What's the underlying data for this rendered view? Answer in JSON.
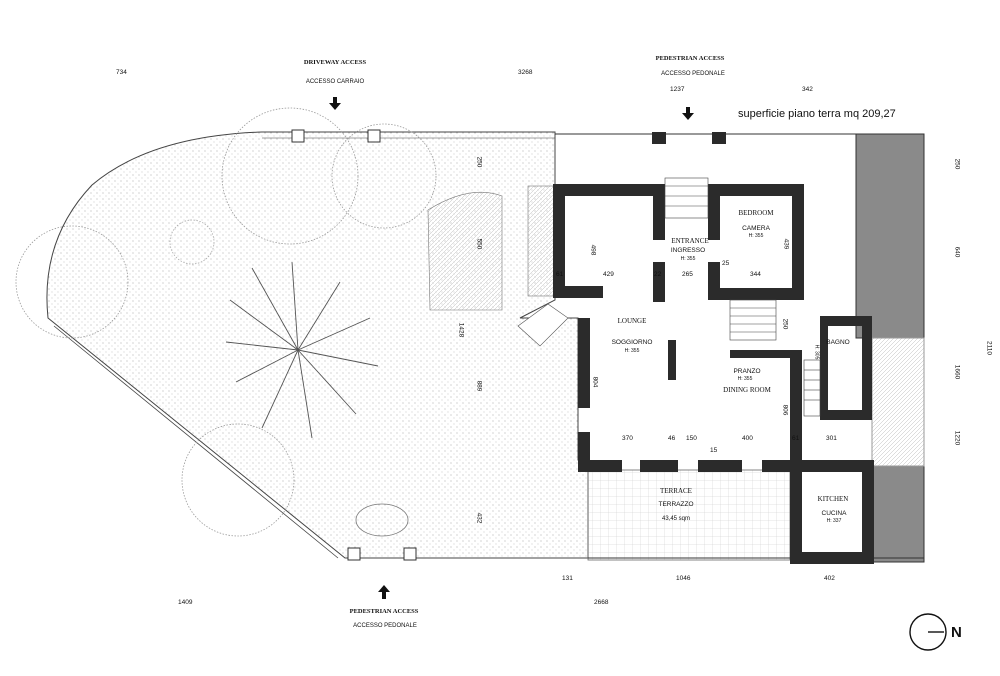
{
  "plan_title": "superficie piano terra  mq 209,27",
  "access": {
    "driveway": {
      "en": "DRIVEWAY ACCESS",
      "it": "ACCESSO CARRAIO"
    },
    "pedestrian_top": {
      "en": "PEDESTRIAN ACCESS",
      "it": "ACCESSO PEDONALE"
    },
    "pedestrian_bottom": {
      "en": "PEDESTRIAN ACCESS",
      "it": "ACCESSO PEDONALE"
    }
  },
  "rooms": {
    "entrance": {
      "en": "ENTRANCE",
      "it": "INGRESSO",
      "h": "H: 355"
    },
    "bedroom": {
      "en": "BEDROOM",
      "it": "CAMERA",
      "h": "H: 355"
    },
    "lounge": {
      "en": "LOUNGE",
      "it": "SOGGIORNO",
      "h": "H: 355"
    },
    "dining": {
      "en": "DINING ROOM",
      "it": "PRANZO",
      "h": "H: 355"
    },
    "bath": {
      "it": "BAGNO",
      "h": "H: 305"
    },
    "kitchen": {
      "en": "KITCHEN",
      "it": "CUCINA",
      "h": "H: 337"
    },
    "terrace": {
      "en": "TERRACE",
      "it": "TERRAZZO",
      "area": "43,45 sqm"
    }
  },
  "dimensions": {
    "top": [
      "734",
      "3268",
      "1237",
      "342"
    ],
    "right": [
      "250",
      "640",
      "2110",
      "1660",
      "1220"
    ],
    "mid_left": [
      "250",
      "550",
      "1428",
      "889",
      "432"
    ],
    "bottom": [
      "131",
      "1046",
      "402",
      "1409",
      "2668"
    ],
    "interior_h1": [
      "61",
      "429",
      "22",
      "265",
      "25",
      "344"
    ],
    "interior_h2": [
      "370",
      "46",
      "150",
      "400",
      "61",
      "301",
      "15"
    ],
    "interior_v": [
      "498",
      "439",
      "804",
      "250",
      "806",
      "804"
    ]
  },
  "north": {
    "label": "N"
  }
}
